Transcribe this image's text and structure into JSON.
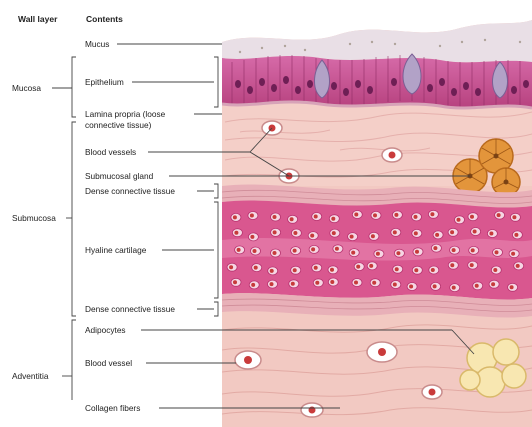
{
  "headers": {
    "wall_layer": "Wall layer",
    "contents": "Contents"
  },
  "wall_layers": {
    "mucosa": "Mucosa",
    "submucosa": "Submucosa",
    "adventitia": "Adventitia"
  },
  "contents": {
    "mucus": "Mucus",
    "epithelium": "Epithelium",
    "lamina_propria_line1": "Lamina propria (loose",
    "lamina_propria_line2": "connective tissue)",
    "blood_vessels": "Blood vessels",
    "submucosal_gland": "Submucosal gland",
    "dense_connective_tissue_top": "Dense connective tissue",
    "hyaline_cartilage": "Hyaline cartilage",
    "dense_connective_tissue_bottom": "Dense connective tissue",
    "adipocytes": "Adipocytes",
    "blood_vessel": "Blood vessel",
    "collagen_fibers": "Collagen fibers"
  },
  "colors": {
    "mucus_layer": "#e9dfe6",
    "epithelium": "#c24f95",
    "goblet_cell": "#b2a2c7",
    "lamina_propria": "#f4cfc8",
    "dense_ct": "#e8b0b8",
    "cartilage_matrix": "#d9578f",
    "chondrocyte": "#c63a3a",
    "gland": "#e3953b",
    "adipocyte": "#f8e7b1",
    "adventitia": "#f2c9c2",
    "leader_line": "#444444"
  }
}
